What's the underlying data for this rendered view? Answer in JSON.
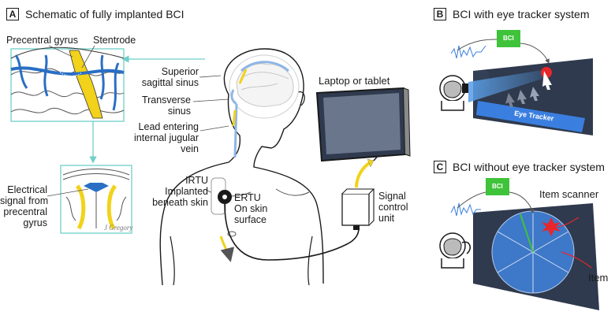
{
  "panels": {
    "a": {
      "letter": "A",
      "title": "Schematic of fully implanted BCI"
    },
    "b": {
      "letter": "B",
      "title": "BCI with eye tracker system"
    },
    "c": {
      "letter": "C",
      "title": "BCI without eye tracker system"
    }
  },
  "labels": {
    "precentral_gyrus": "Precentral gyrus",
    "stentrode": "Stentrode",
    "superior_sinus_1": "Superior",
    "superior_sinus_2": "sagittal sinus",
    "transverse_1": "Transverse",
    "transverse_2": "sinus",
    "lead_1": "Lead entering",
    "lead_2": "internal jugular",
    "lead_3": "vein",
    "irtu_1": "IRTU",
    "irtu_2": "Implanted",
    "irtu_3": "beneath skin",
    "ertu_1": "ERTU",
    "ertu_2": "On skin",
    "ertu_3": "surface",
    "elec_1": "Electrical",
    "elec_2": "signal from",
    "elec_3": "precentral",
    "elec_4": "gyrus",
    "laptop": "Laptop or tablet",
    "signal_1": "Signal",
    "signal_2": "control",
    "signal_3": "unit",
    "signature": "J Gregory",
    "bci_b": "BCI",
    "eye_tracker": "Eye Tracker",
    "bci_c": "BCI",
    "item_scanner": "Item scanner",
    "item": "Item"
  },
  "colors": {
    "vein": "#2a6fc4",
    "yellow": "#f2d21a",
    "teal_frame": "#6fd0c8",
    "green_tag": "#3fc33a",
    "screen": "#2f3a4e",
    "bar": "#3a7fe0",
    "red": "#e8262b",
    "circle": "#3e78c8"
  }
}
